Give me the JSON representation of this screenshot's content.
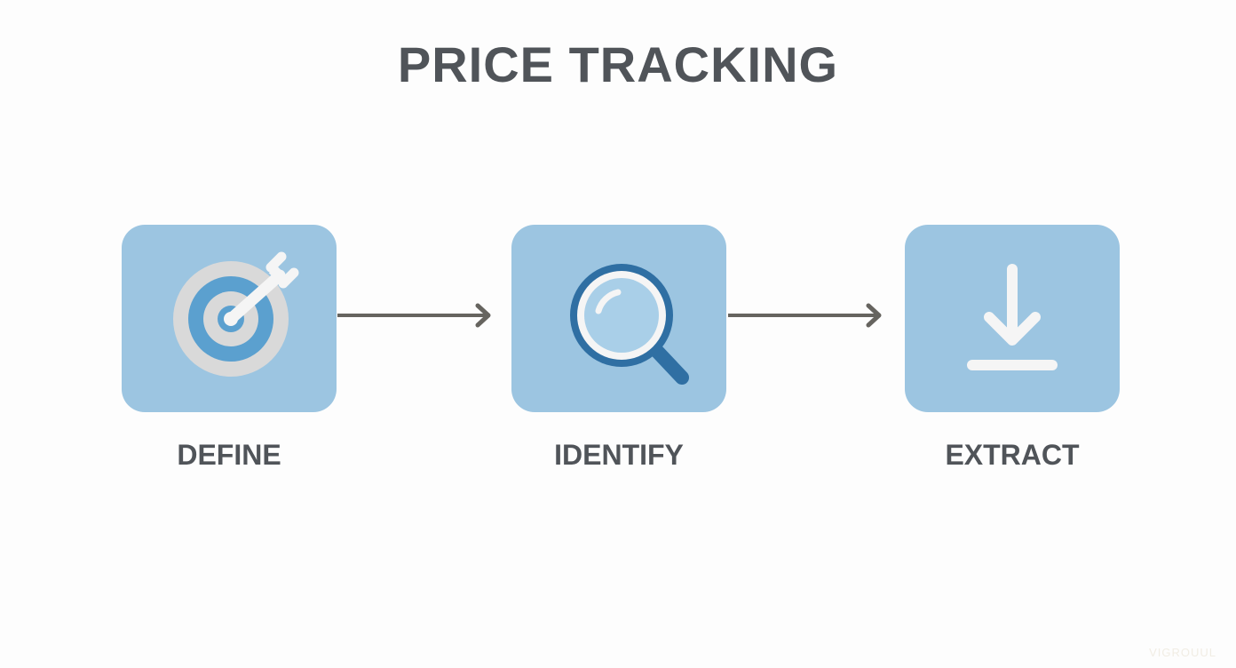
{
  "title": "PRICE TRACKING",
  "steps": [
    {
      "label": "DEFINE",
      "icon": "target-wrench-icon"
    },
    {
      "label": "IDENTIFY",
      "icon": "magnifier-icon"
    },
    {
      "label": "EXTRACT",
      "icon": "download-icon"
    }
  ],
  "colors": {
    "box": "#9cc5e1",
    "text": "#505459",
    "arrow": "#66645f",
    "accent": "#2f6fa3"
  },
  "watermark": "VIGROUUL"
}
